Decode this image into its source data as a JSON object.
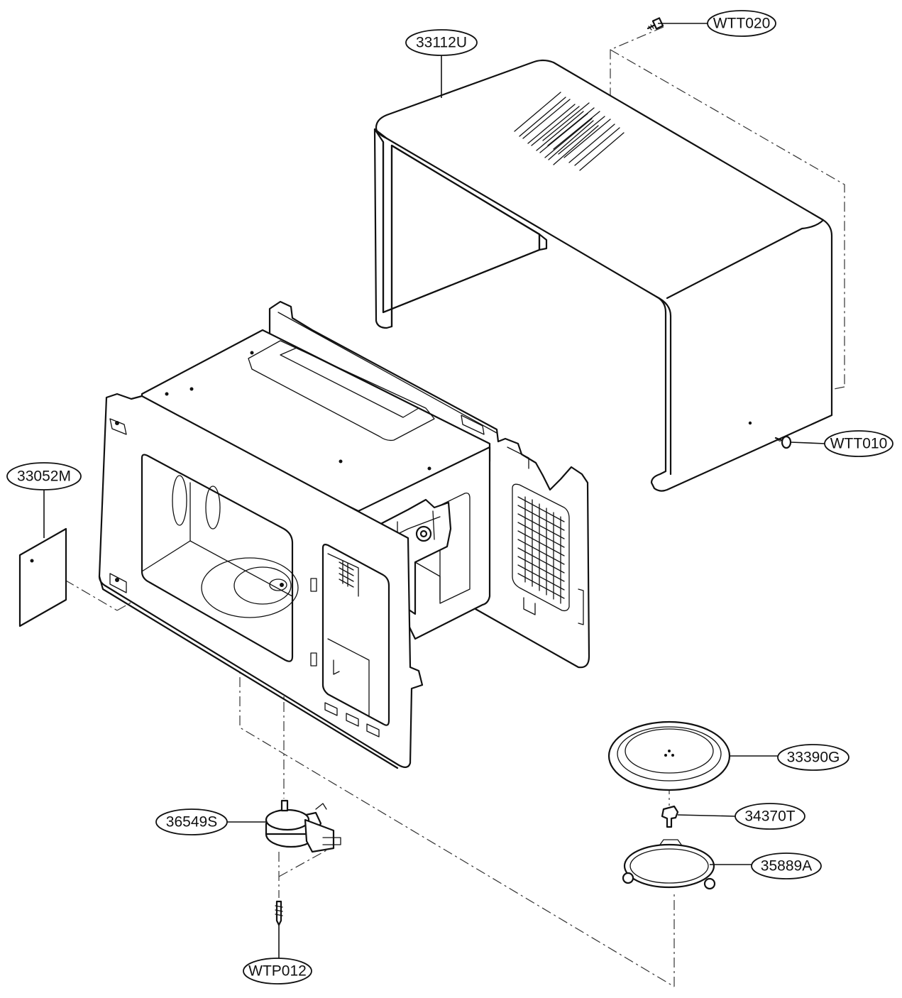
{
  "parts": {
    "wtt020": "WTT020",
    "p33112u": "33112U",
    "wtt010": "WTT010",
    "p33052m": "33052M",
    "p33390g": "33390G",
    "p34370t": "34370T",
    "p36549s": "36549S",
    "p35889a": "35889A",
    "wtp012": "WTP012"
  }
}
